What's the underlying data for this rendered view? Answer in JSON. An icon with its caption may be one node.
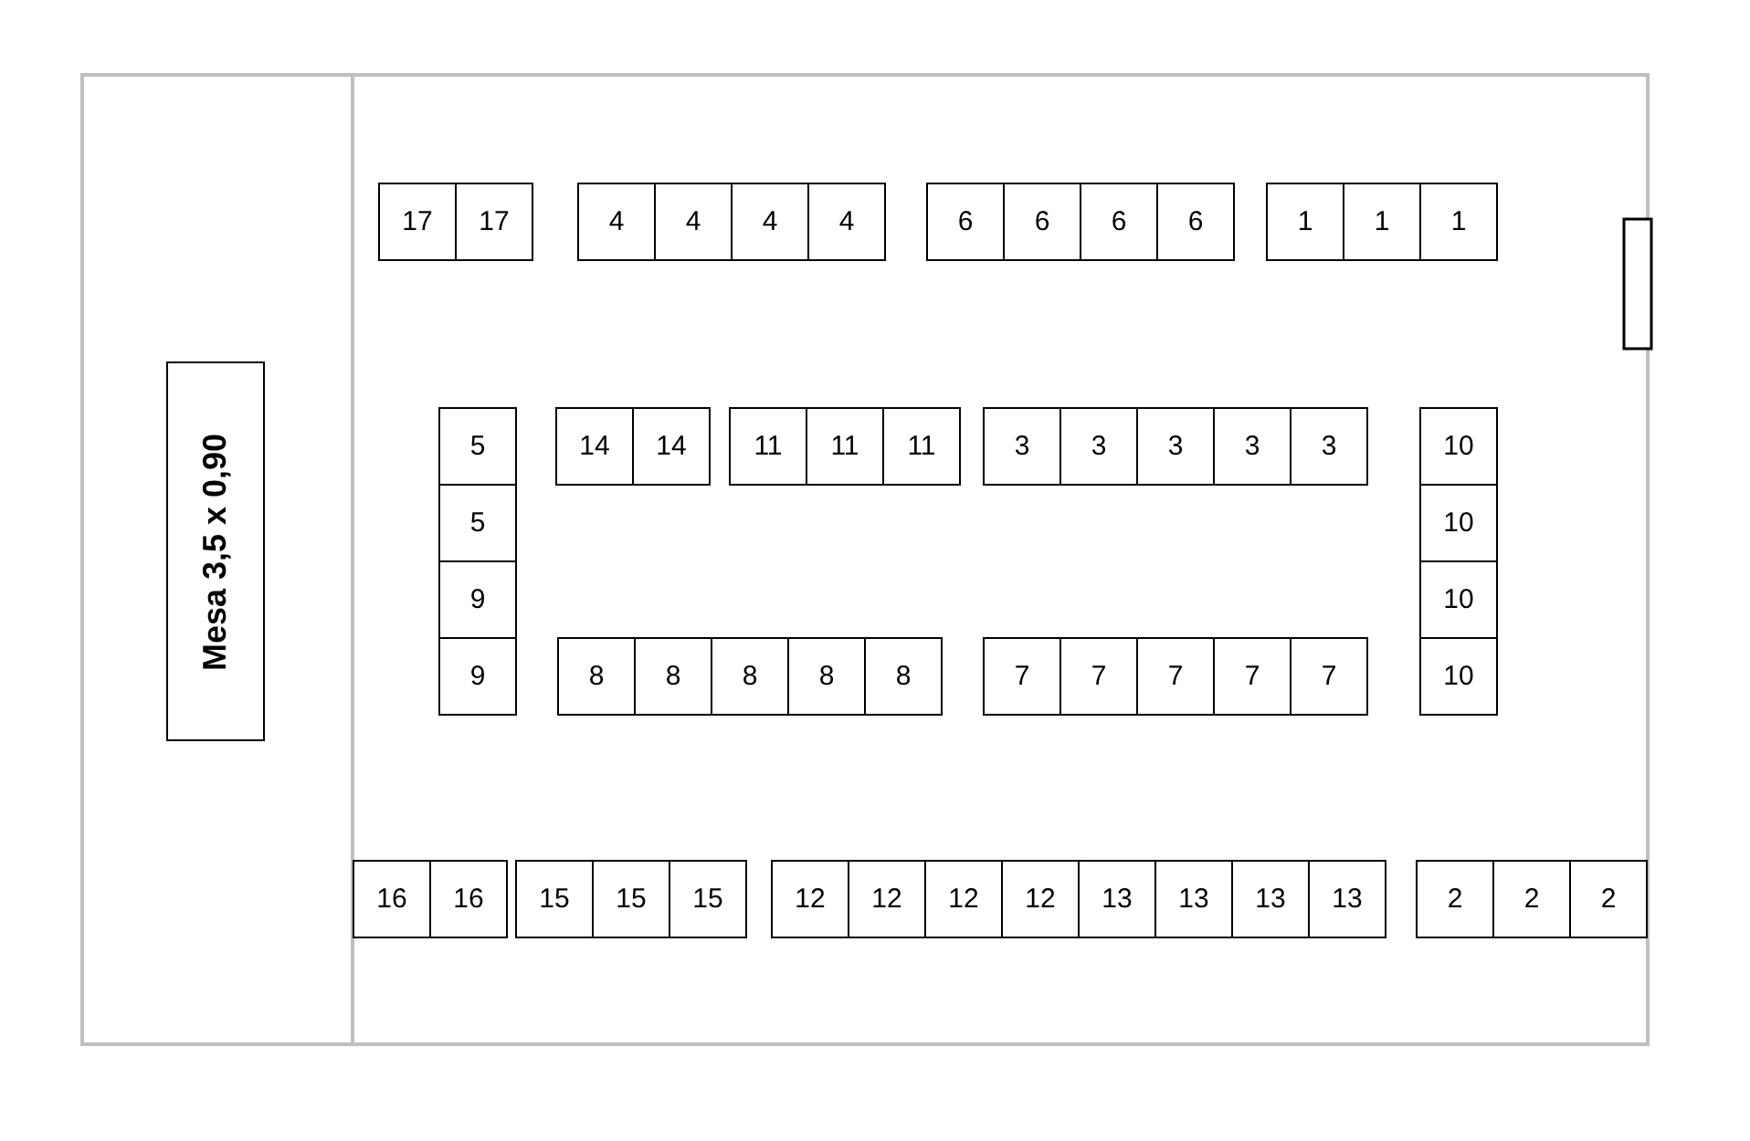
{
  "diagram": {
    "nodes": [
      {
        "text": [
          "17"
        ]
      },
      {
        "text": [
          "17"
        ]
      },
      {
        "text": [
          "4"
        ]
      },
      {
        "text": [
          "4"
        ]
      },
      {
        "text": [
          "4"
        ]
      },
      {
        "text": [
          "4"
        ]
      },
      {
        "text": [
          "6"
        ]
      },
      {
        "text": [
          "6"
        ]
      },
      {
        "text": [
          "6"
        ]
      },
      {
        "text": [
          "6"
        ]
      },
      {
        "text": [
          "1"
        ]
      },
      {
        "text": [
          "1"
        ]
      },
      {
        "text": [
          "1"
        ]
      },
      {
        "text": [
          "Mesa  3,5 x 0,90"
        ]
      },
      {
        "text": [
          "5"
        ]
      },
      {
        "text": [
          "14"
        ]
      },
      {
        "text": [
          "14"
        ]
      },
      {
        "text": [
          "11"
        ]
      },
      {
        "text": [
          "11"
        ]
      },
      {
        "text": [
          "11"
        ]
      },
      {
        "text": [
          "3"
        ]
      },
      {
        "text": [
          "3"
        ]
      },
      {
        "text": [
          "3"
        ]
      },
      {
        "text": [
          "3"
        ]
      },
      {
        "text": [
          "3"
        ]
      },
      {
        "text": [
          "10"
        ]
      },
      {
        "text": [
          "5"
        ]
      },
      {
        "text": [
          "10"
        ]
      },
      {
        "text": [
          "9"
        ]
      },
      {
        "text": [
          "10"
        ]
      },
      {
        "text": [
          "9"
        ]
      },
      {
        "text": [
          "8"
        ]
      },
      {
        "text": [
          "8"
        ]
      },
      {
        "text": [
          "8"
        ]
      },
      {
        "text": [
          "8"
        ]
      },
      {
        "text": [
          "8"
        ]
      },
      {
        "text": [
          "7"
        ]
      },
      {
        "text": [
          "7"
        ]
      },
      {
        "text": [
          "7"
        ]
      },
      {
        "text": [
          "7"
        ]
      },
      {
        "text": [
          "7"
        ]
      },
      {
        "text": [
          "10"
        ]
      },
      {
        "text": [
          "16"
        ]
      },
      {
        "text": [
          "16"
        ]
      },
      {
        "text": [
          "15"
        ]
      },
      {
        "text": [
          "15"
        ]
      },
      {
        "text": [
          "15"
        ]
      },
      {
        "text": [
          "12"
        ]
      },
      {
        "text": [
          "12"
        ]
      },
      {
        "text": [
          "12"
        ]
      },
      {
        "text": [
          "12"
        ]
      },
      {
        "text": [
          "13"
        ]
      },
      {
        "text": [
          "13"
        ]
      },
      {
        "text": [
          "13"
        ]
      },
      {
        "text": [
          "13"
        ]
      },
      {
        "text": [
          "2"
        ]
      },
      {
        "text": [
          "2"
        ]
      },
      {
        "text": [
          "2"
        ]
      }
    ]
  }
}
